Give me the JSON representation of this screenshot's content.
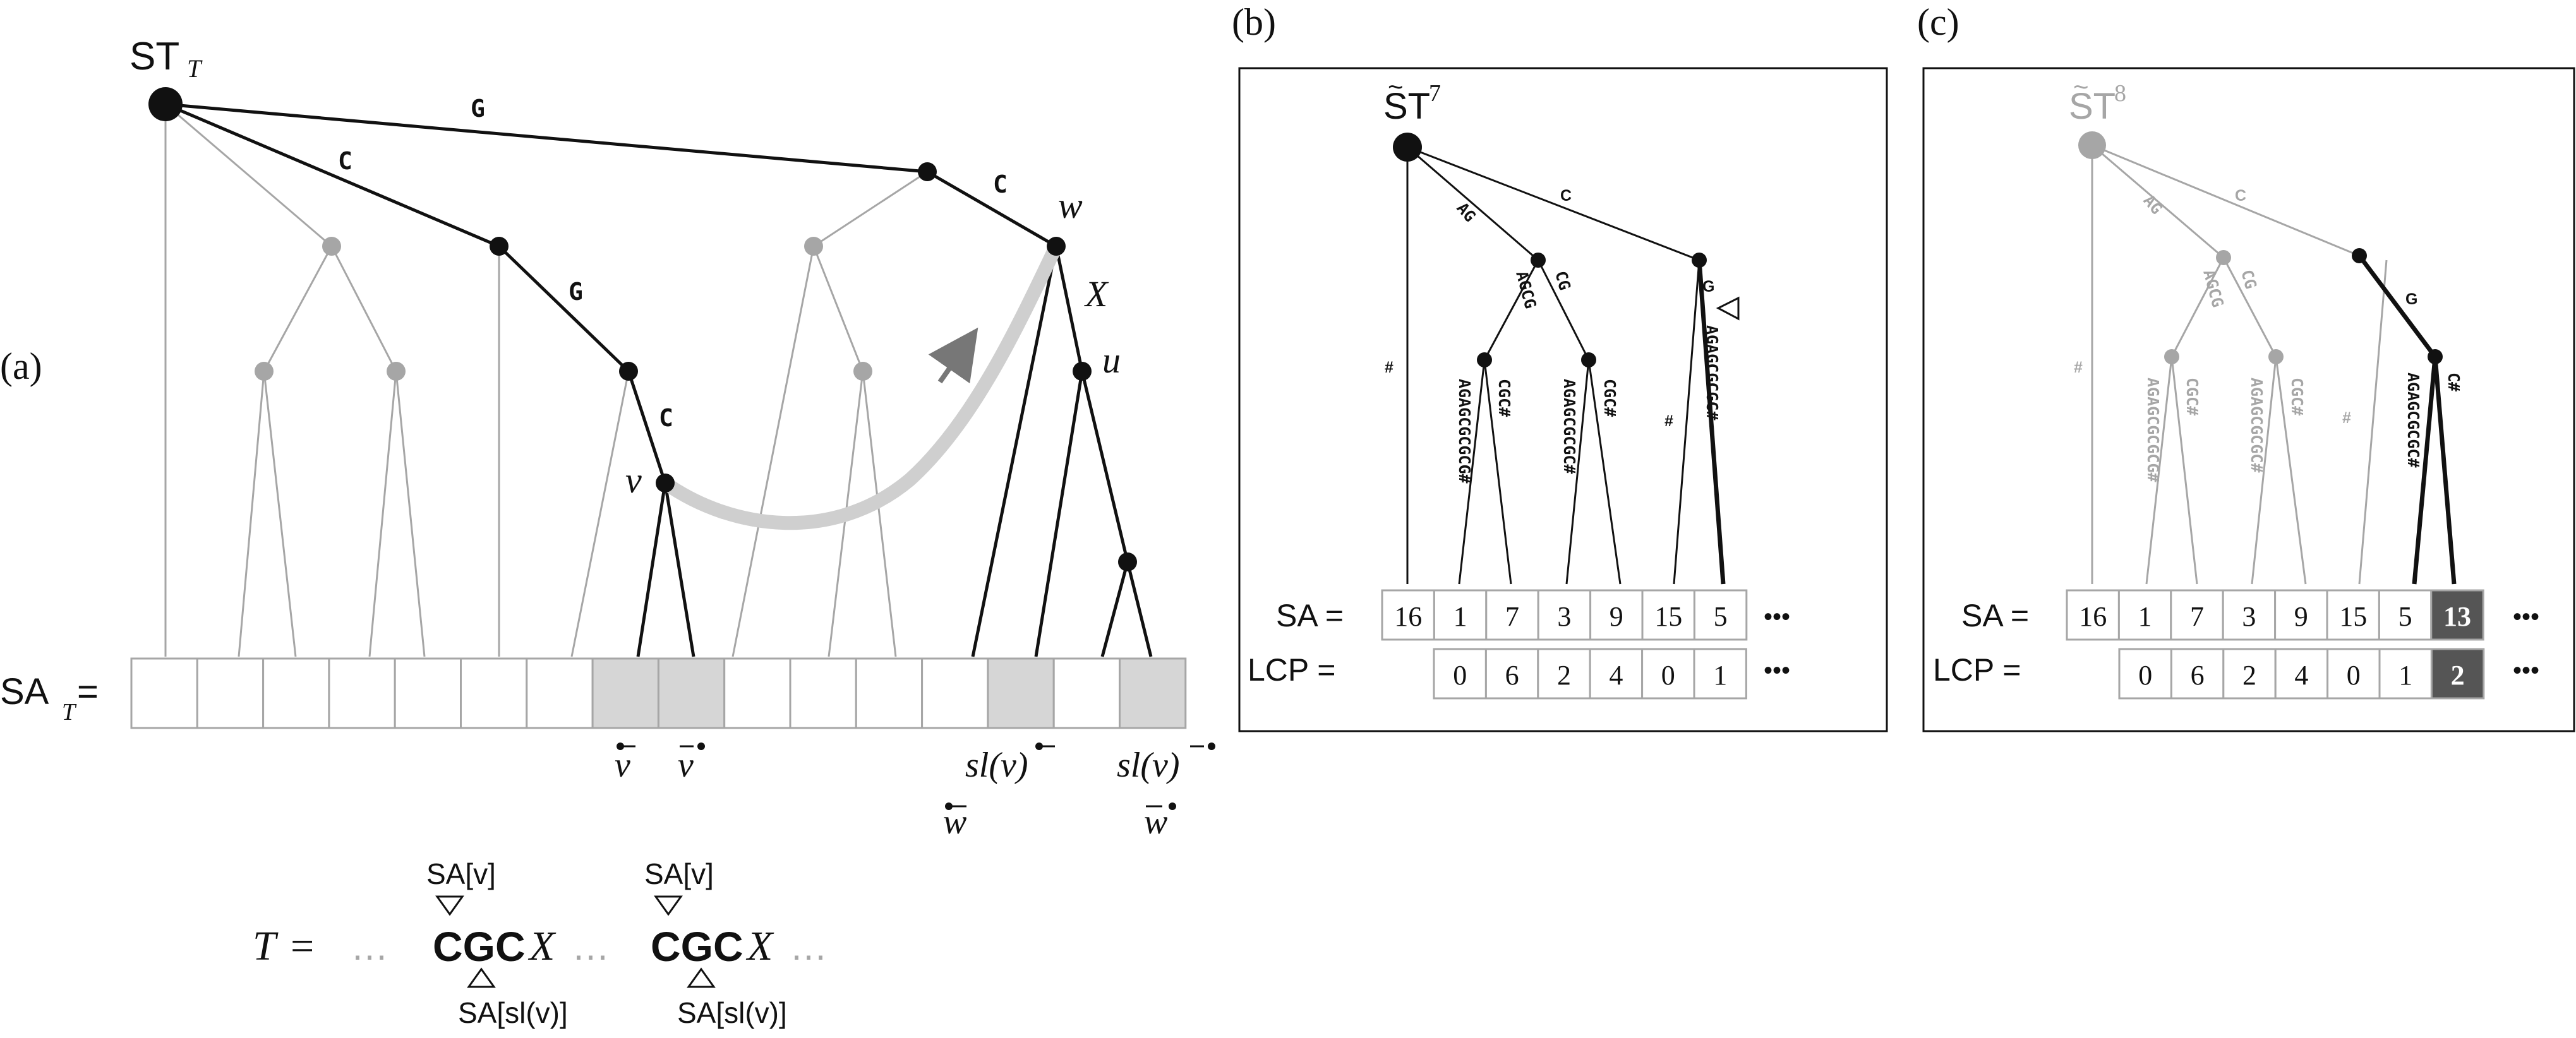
{
  "colors": {
    "black": "#111111",
    "gray": "#a6a6a6",
    "light": "#cfcfcf",
    "shaded": "#d6d6d6",
    "dark": "#555555"
  },
  "panel_a": {
    "label": "(a)",
    "tree_name": "ST",
    "tree_sub": "T",
    "sa_label": "SA",
    "sa_sub": "T",
    "sa_eq": "=",
    "edges": {
      "root_w": "G",
      "root_n1": "C",
      "n1_n2": "G",
      "n2_v": "C",
      "top_w": "C"
    },
    "nodes": {
      "w": "w",
      "X": "X",
      "u": "u",
      "v": "v"
    },
    "below": {
      "v_left": "v",
      "v_right": "v",
      "sl_left": "sl(v)",
      "sl_right": "sl(v)",
      "w_left": "w",
      "w_right": "w"
    },
    "text": {
      "T": "T",
      "eq": "=",
      "dots1": "…",
      "cgc1": "CGC",
      "x1": "X",
      "dots2": "…",
      "cgc2": "CGC",
      "x2": "X",
      "dots3": "…",
      "sa_v_left": "SA[v]",
      "sa_v_right": "SA[v]",
      "sa_sl_left": "SA[sl(v)]",
      "sa_sl_right": "SA[sl(v)]"
    }
  },
  "panel_b": {
    "label": "(b)",
    "tree_name": "ST",
    "tree_sup": "7",
    "sa_label": "SA =",
    "lcp_label": "LCP =",
    "sa": [
      "16",
      "1",
      "7",
      "3",
      "9",
      "15",
      "5"
    ],
    "lcp": [
      "0",
      "6",
      "2",
      "4",
      "0",
      "1"
    ],
    "ellipsis": "•••",
    "edges": {
      "root_c": "C",
      "root_ag": "AG",
      "left_agcg": "AGCG",
      "left_cg": "CG",
      "leaf1": "AGAGCGCGCG#",
      "leaf2": "CGC#",
      "leaf3": "AGAGCGCGC#",
      "leaf4": "CGC#",
      "leaf_hash": "#",
      "right_hash": "#",
      "right_g": "G",
      "right_long": "AGAGCGCGC#"
    }
  },
  "panel_c": {
    "label": "(c)",
    "tree_name": "ST",
    "tree_sup": "8",
    "sa_label": "SA =",
    "lcp_label": "LCP =",
    "sa": [
      "16",
      "1",
      "7",
      "3",
      "9",
      "15",
      "5",
      "13"
    ],
    "lcp": [
      "0",
      "6",
      "2",
      "4",
      "0",
      "1",
      "2"
    ],
    "ellipsis": "•••",
    "edges": {
      "root_c": "C",
      "root_ag": "AG",
      "left_agcg": "AGCG",
      "left_cg": "CG",
      "leaf1": "AGAGCGCGCG#",
      "leaf2": "CGC#",
      "leaf3": "AGAGCGCGC#",
      "leaf4": "CGC#",
      "leaf_hash": "#",
      "right_hash": "#",
      "right_g": "G",
      "branch_left": "AGAGCGCGC#",
      "branch_right": "C#"
    }
  }
}
